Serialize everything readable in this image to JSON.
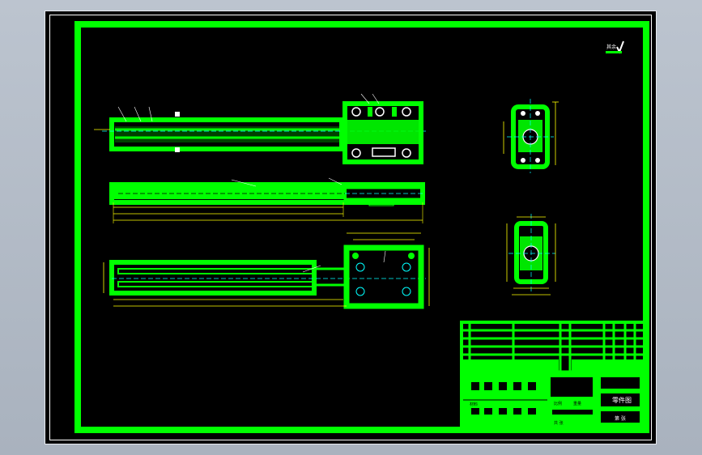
{
  "colors": {
    "background": "#000000",
    "outline": "#00ff00",
    "centerline": "#00ffff",
    "dimension": "#ffff00",
    "text": "#ffffff",
    "window": "#b3bbc6"
  },
  "drawing": {
    "title_block": {
      "drawing_title": "零件图",
      "label_a": "材料",
      "label_b": "比例",
      "label_c": "重量",
      "label_d": "共 张",
      "label_e": "第 张"
    },
    "roughness_note": "其余"
  }
}
